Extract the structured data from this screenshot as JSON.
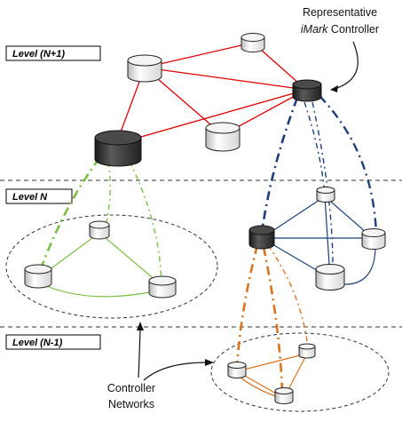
{
  "levels": {
    "top": "Level (N+1)",
    "middle": "Level N",
    "bottom": "Level (N-1)"
  },
  "annotations": {
    "representative_line1": "Representative",
    "representative_italic": "iMark",
    "representative_rest": " Controller",
    "controller_networks_line1": "Controller",
    "controller_networks_line2": "Networks"
  },
  "colors": {
    "top_links": "#e00000",
    "middle_right_links": "#1c3f7a",
    "middle_left_links": "#7ac143",
    "bottom_links": "#d9731c",
    "dark_node": "#3a3a3a",
    "light_node": "#f2f2f2"
  }
}
